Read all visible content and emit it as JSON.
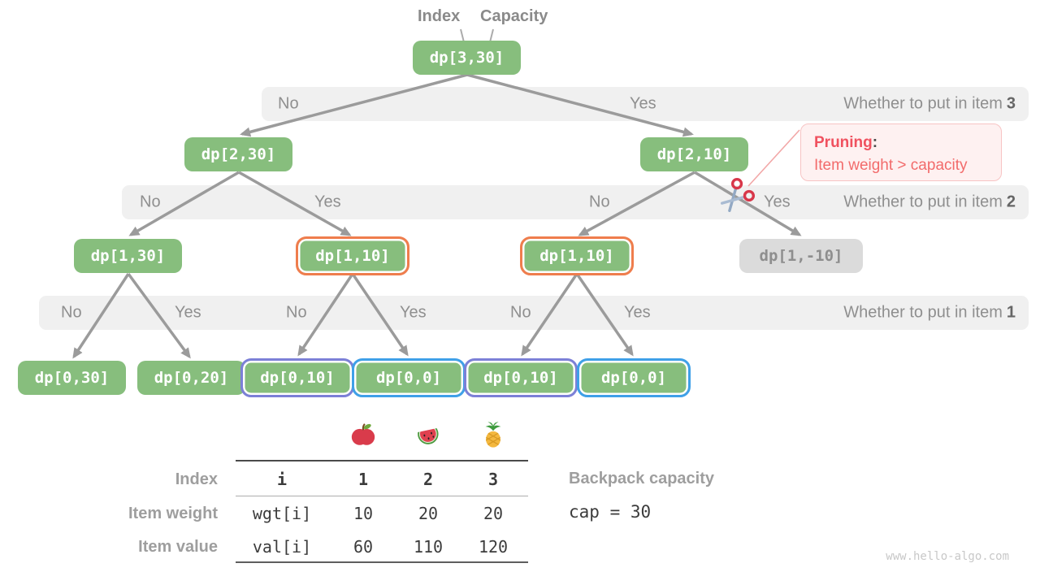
{
  "header": {
    "index_label": "Index",
    "capacity_label": "Capacity"
  },
  "nodes": [
    {
      "label": "dp[3,30]",
      "style": "green"
    },
    {
      "label": "dp[2,30]",
      "style": "green"
    },
    {
      "label": "dp[2,10]",
      "style": "green"
    },
    {
      "label": "dp[1,30]",
      "style": "green"
    },
    {
      "label": "dp[1,10]",
      "style": "orange-border"
    },
    {
      "label": "dp[1,10]",
      "style": "orange-border"
    },
    {
      "label": "dp[1,-10]",
      "style": "gray-disabled"
    },
    {
      "label": "dp[0,30]",
      "style": "green"
    },
    {
      "label": "dp[0,20]",
      "style": "green"
    },
    {
      "label": "dp[0,10]",
      "style": "purple-border"
    },
    {
      "label": "dp[0,0]",
      "style": "blue-border"
    },
    {
      "label": "dp[0,10]",
      "style": "purple-border"
    },
    {
      "label": "dp[0,0]",
      "style": "blue-border"
    }
  ],
  "bars": [
    {
      "question": "Whether to put in item",
      "item": "3",
      "labels": [
        "No",
        "Yes"
      ]
    },
    {
      "question": "Whether to put in item",
      "item": "2",
      "labels": [
        "No",
        "Yes",
        "No",
        "Yes"
      ]
    },
    {
      "question": "Whether to put in item",
      "item": "1",
      "labels": [
        "No",
        "Yes",
        "No",
        "Yes",
        "No",
        "Yes"
      ]
    }
  ],
  "pruning": {
    "title": "Pruning",
    "colon": ":",
    "body": "Item weight > capacity"
  },
  "table": {
    "row_labels": [
      "Index",
      "Item weight",
      "Item value"
    ],
    "header_row": [
      "i",
      "1",
      "2",
      "3"
    ],
    "weight_row": [
      "wgt[i]",
      "10",
      "20",
      "20"
    ],
    "value_row": [
      "val[i]",
      "60",
      "110",
      "120"
    ],
    "fruit_icons": [
      "apple-icon",
      "watermelon-icon",
      "pineapple-icon"
    ]
  },
  "capacity_panel": {
    "title": "Backpack capacity",
    "code": "cap = 30"
  },
  "watermark": "www.hello-algo.com",
  "colors": {
    "node_green": "#87BE7D",
    "node_gray": "#DBDBDB",
    "highlight_orange": "#EF7D4D",
    "highlight_purple": "#7C80D7",
    "highlight_blue": "#3FA0E8",
    "pruning_red": "#F0515F",
    "bar_gray": "#F0F0F0",
    "arrow_gray": "#9B9B9B"
  }
}
